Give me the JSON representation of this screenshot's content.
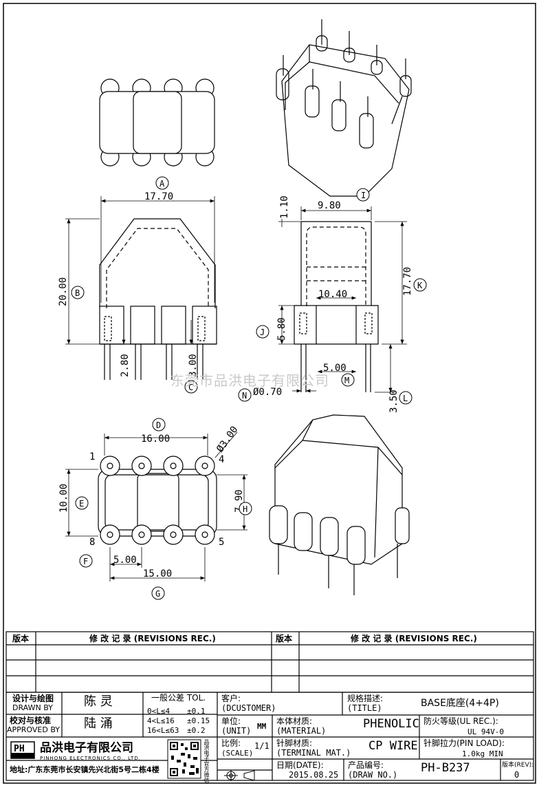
{
  "drawing": {
    "dims": {
      "a": "17.70",
      "b": "20.00",
      "c": "3.00",
      "c2": "2.80",
      "d": "16.00",
      "e": "10.00",
      "f": "5.00",
      "g": "15.00",
      "h": "7.90",
      "i": "9.80",
      "i_top": "1.10",
      "k": "17.70",
      "j": "5.80",
      "m": "5.00",
      "n": "Ø0.70",
      "l": "3.50",
      "mid": "10.40",
      "hole": "Ø3.00"
    },
    "balloons": [
      "A",
      "B",
      "C",
      "D",
      "E",
      "F",
      "G",
      "H",
      "I",
      "J",
      "K",
      "L",
      "M",
      "N"
    ],
    "pins": [
      "1",
      "4",
      "8",
      "5"
    ],
    "watermark": "东莞市品洪电子有限公司"
  },
  "revisions": {
    "col_ver": "版本",
    "col_rec": "修 改 记 录 (REVISIONS REC.)"
  },
  "titleblock": {
    "drawn_label_cn": "设计与绘图",
    "drawn_label_en": "DRAWN BY",
    "drawn_name": "陈 灵",
    "approved_label_cn": "校对与核准",
    "approved_label_en": "APPROVED BY",
    "approved_name": "陆 涌",
    "tol_title": "一般公差 TOL.",
    "tol1_range": "0<L≤4",
    "tol1_val": "±0.1",
    "tol2_range": "4<L≤16",
    "tol2_val": "±0.15",
    "tol3_range": "16<L≤63",
    "tol3_val": "±0.2",
    "customer_cn": "客户:",
    "customer_en": "(DCUSTOMER)",
    "title_cn": "规格描述:",
    "title_en": "(TITLE)",
    "title_val": "BASE底座(4+4P)",
    "unit_cn": "单位:",
    "unit_en": "(UNIT)",
    "unit_val": "MM",
    "material_cn": "本体材质:",
    "material_en": "(MATERIAL)",
    "material_val": "PHENOLIC",
    "ul_label": "防火等级(UL REC.):",
    "ul_val": "UL 94V-0",
    "scale_cn": "比例:",
    "scale_en": "(SCALE)",
    "scale_val": "1/1",
    "terminal_cn": "针脚材质:",
    "terminal_en": "(TERMINAL MAT.)",
    "terminal_val": "CP WIRE",
    "pinload_label": "针脚拉力(PIN LOAD):",
    "pinload_val": "1.0kg MIN",
    "company_cn": "品洪电子有限公司",
    "company_en": "PINHONG ELECTRONICS CO., LTD.",
    "logo": "PH",
    "qr_caption": "品洪电子官方微信",
    "address": "地址:广东东莞市长安镇先兴北街5号二栋4楼",
    "date_cn": "日期(DATE):",
    "date_val": "2015.08.25",
    "drawno_cn": "产品编号:",
    "drawno_en": "(DRAW NO.)",
    "drawno_val": "PH-B237",
    "rev_label": "版本(REV):",
    "rev_val": "0"
  }
}
